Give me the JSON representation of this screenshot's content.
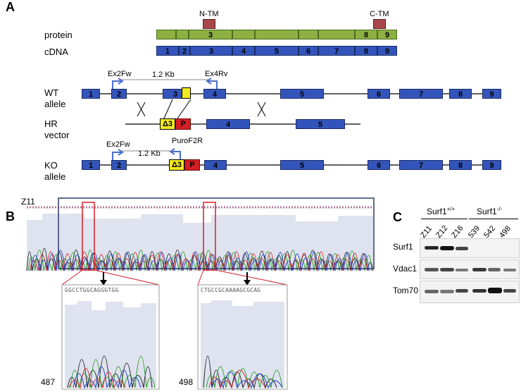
{
  "panels": {
    "a": "A",
    "b": "B",
    "c": "C"
  },
  "panelA": {
    "tm_labels": {
      "ntm": "N-TM",
      "ctm": "C-TM"
    },
    "row_labels": {
      "protein": "protein",
      "cdna": "cDNA",
      "wt": "WT",
      "wt2": "allele",
      "hr": "HR",
      "hr2": "vector",
      "ko": "KO",
      "ko2": "allele"
    },
    "protein_labels": [
      "3",
      "8",
      "9"
    ],
    "cdna_exons": [
      "1",
      "2",
      "3",
      "4",
      "5",
      "6",
      "7",
      "8",
      "9"
    ],
    "wt_exons": [
      "1",
      "2",
      "3",
      "4",
      "5",
      "6",
      "7",
      "8",
      "9"
    ],
    "hr_labels": {
      "delta": "Δ3",
      "p": "P",
      "e4": "4",
      "e5": "5"
    },
    "ko_exons": [
      "1",
      "2",
      "4",
      "5",
      "6",
      "7",
      "8",
      "9"
    ],
    "primers": {
      "ex2fw": "Ex2Fw",
      "ex4rv": "Ex4Rv",
      "puro": "PuroF2R",
      "size_wt": "1.2 Kb",
      "size_ko": "1.2 Kb"
    },
    "colors": {
      "exon": "#3355bb",
      "protein": "#8db043",
      "tm": "#a8474a",
      "delta": "#f2ea1e",
      "puro": "#d41e25"
    }
  },
  "panelB": {
    "sample": "Z11",
    "zoom_left_label": "487",
    "zoom_right_label": "498",
    "zoom_left_seq": "GGCCTGGCAGGGTGG",
    "zoom_right_seq": "CTGCCGCAAAAGCGCAG"
  },
  "panelC": {
    "group_wt": "Surf1+/+",
    "group_ko": "Surf1-/-",
    "lanes": [
      "Z11",
      "Z12",
      "Z16",
      "539",
      "542",
      "498"
    ],
    "rows": [
      "Surf1",
      "Vdac1",
      "Tom70"
    ]
  }
}
